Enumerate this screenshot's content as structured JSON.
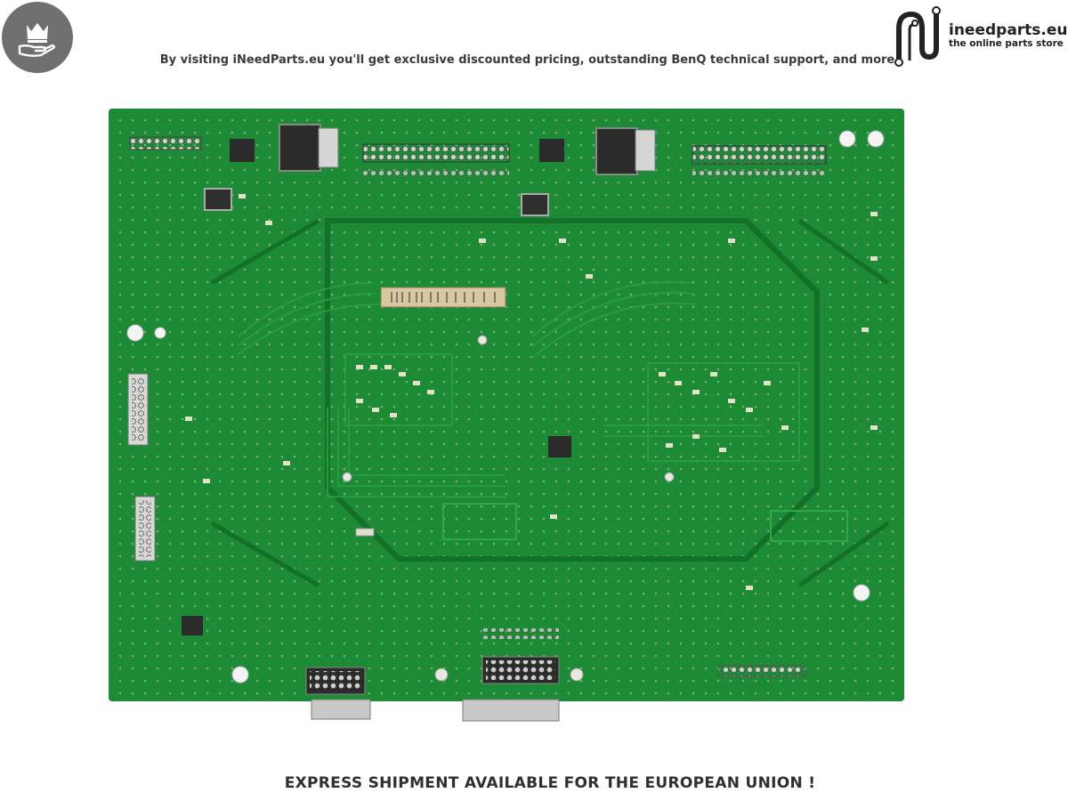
{
  "header": {
    "badge_icon": "crown-hand-icon",
    "tagline": "By visiting iNeedParts.eu you'll get exclusive discounted pricing, outstanding BenQ technical support, and more"
  },
  "logo": {
    "icon": "ineedparts-logo-icon",
    "name": "ineedparts.eu",
    "subtitle": "the online parts store"
  },
  "product": {
    "image": "circuit-board-photo",
    "colors": {
      "pcb": "#1d8a36",
      "pcb_dark": "#137028",
      "trace": "#2a9e45"
    }
  },
  "footer": {
    "notice": "EXPRESS SHIPMENT AVAILABLE FOR THE EUROPEAN UNION !"
  }
}
